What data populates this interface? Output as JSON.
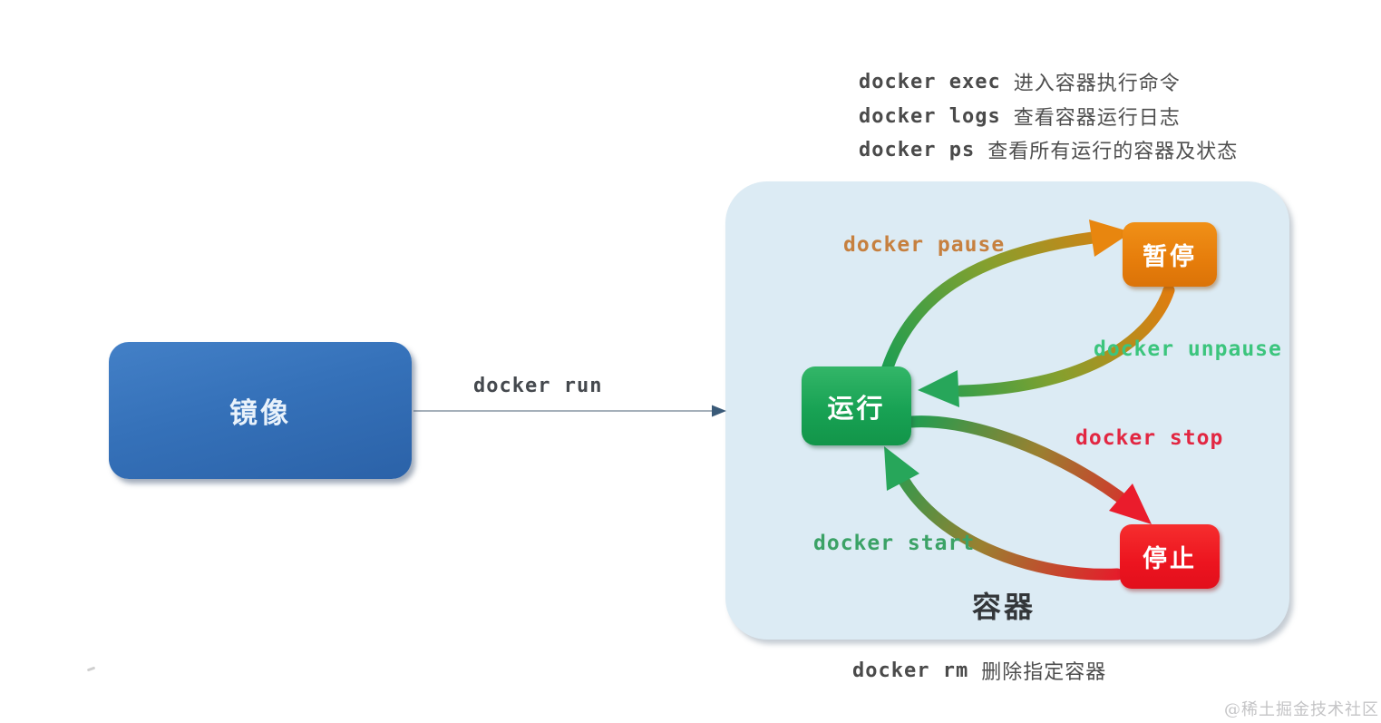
{
  "top_commands": [
    {
      "code": "docker exec",
      "desc": "进入容器执行命令"
    },
    {
      "code": "docker logs",
      "desc": "查看容器运行日志"
    },
    {
      "code": "docker ps",
      "desc": "查看所有运行的容器及状态"
    }
  ],
  "image_box": {
    "label": "镜像"
  },
  "run_arrow": {
    "label": "docker run"
  },
  "container_panel": {
    "title": "容器",
    "states": {
      "running": "运行",
      "paused": "暂停",
      "stopped": "停止"
    },
    "transitions": {
      "pause": "docker pause",
      "unpause": "docker unpause",
      "stop": "docker stop",
      "start": "docker start"
    }
  },
  "bottom_command": {
    "code": "docker rm",
    "desc": "删除指定容器"
  },
  "watermark": "@稀土掘金技术社区",
  "colors": {
    "panel_bg": "#dcebf4",
    "image_blue": "#3571b9",
    "running_green": "#18a254",
    "paused_orange": "#e67d0b",
    "stopped_red": "#ec141f",
    "label_pause": "#c6803f",
    "label_unpause": "#3cc57d",
    "label_stop": "#e22742",
    "label_start": "#3ba266",
    "command_text": "#4e4e4e"
  }
}
